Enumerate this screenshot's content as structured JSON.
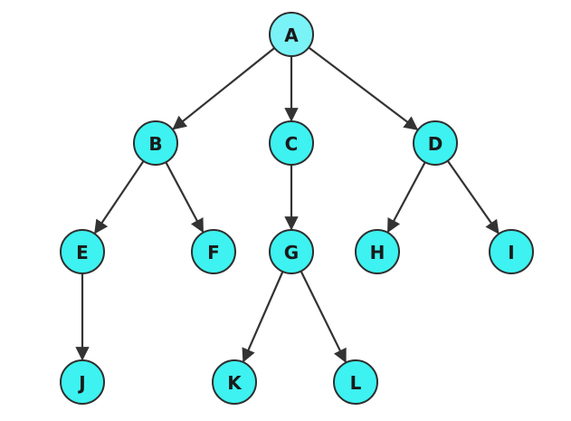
{
  "diagram": {
    "type": "tree",
    "colors": {
      "root_fill": "#7af3f7",
      "node_fill": "#3df2f0",
      "node_stroke": "#2e2e2e",
      "edge": "#333333"
    },
    "nodes": [
      {
        "id": "A",
        "label": "A",
        "parent": null
      },
      {
        "id": "B",
        "label": "B",
        "parent": "A"
      },
      {
        "id": "C",
        "label": "C",
        "parent": "A"
      },
      {
        "id": "D",
        "label": "D",
        "parent": "A"
      },
      {
        "id": "E",
        "label": "E",
        "parent": "B"
      },
      {
        "id": "F",
        "label": "F",
        "parent": "B"
      },
      {
        "id": "G",
        "label": "G",
        "parent": "C"
      },
      {
        "id": "H",
        "label": "H",
        "parent": "D"
      },
      {
        "id": "I",
        "label": "I",
        "parent": "D"
      },
      {
        "id": "J",
        "label": "J",
        "parent": "E"
      },
      {
        "id": "K",
        "label": "K",
        "parent": "G"
      },
      {
        "id": "L",
        "label": "L",
        "parent": "G"
      }
    ]
  }
}
